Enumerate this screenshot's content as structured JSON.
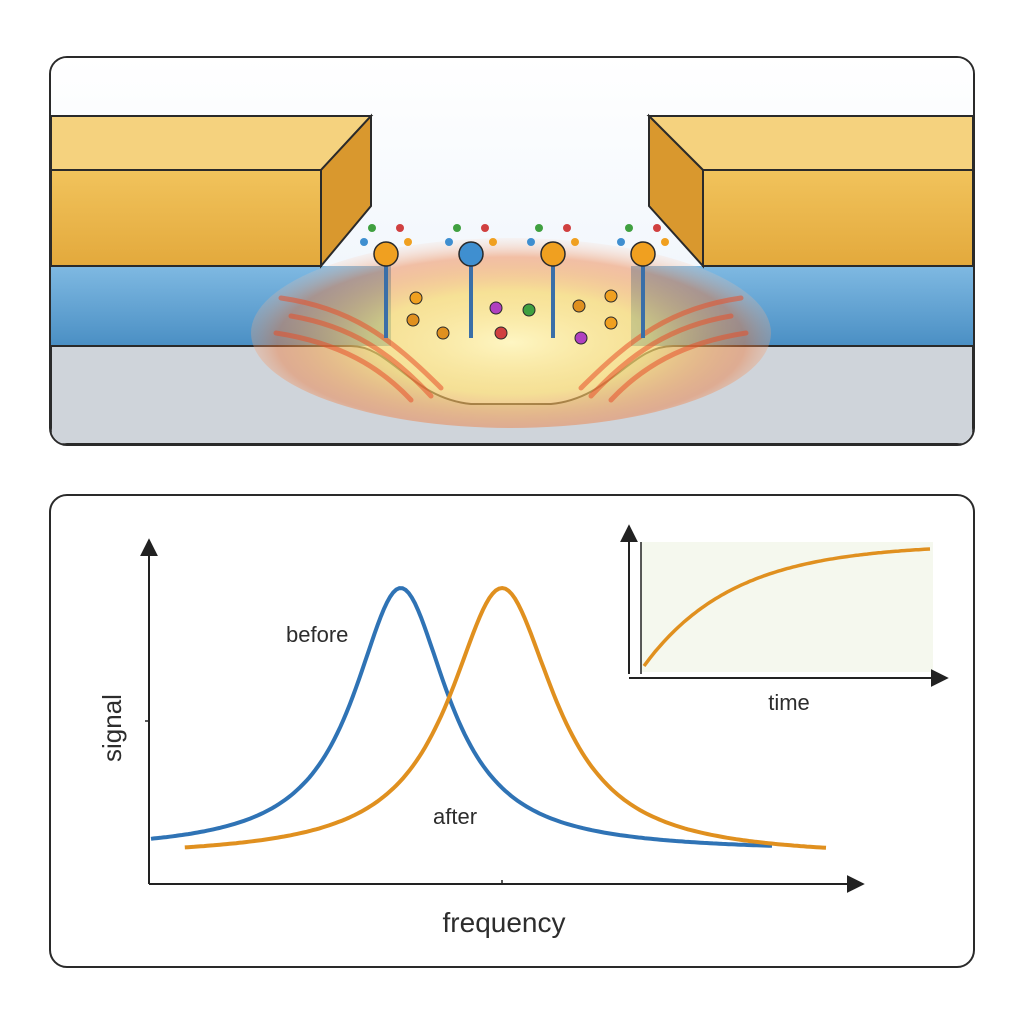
{
  "labels": {
    "before": "before",
    "after": "after",
    "signal": "signal",
    "frequency": "frequency",
    "time": "time"
  },
  "colors": {
    "before_curve": "#2f73b5",
    "after_curve": "#e0901f",
    "gold_block": "#e9b54a",
    "blue_layer": "#5aa0d2",
    "substrate": "#cfd4da"
  },
  "sensor": {
    "molecule_colors": [
      "#f0a020",
      "#3f8fd0",
      "#f0a020",
      "#f0a020"
    ],
    "small_molecule_colors": [
      "#f0a020",
      "#e0901f",
      "#b040c0",
      "#d04040",
      "#40a040",
      "#e0901f",
      "#f0a020"
    ]
  },
  "chart_data": {
    "type": "line",
    "xlabel": "frequency",
    "ylabel": "signal",
    "series": [
      {
        "name": "before",
        "x": [
          0,
          1,
          2,
          3,
          4,
          5,
          6,
          7,
          8,
          9,
          10
        ],
        "y": [
          0.05,
          0.07,
          0.12,
          0.22,
          0.48,
          1.0,
          0.48,
          0.22,
          0.12,
          0.07,
          0.05
        ],
        "peak_x": 3.7
      },
      {
        "name": "after",
        "x": [
          0,
          1,
          2,
          3,
          4,
          5,
          6,
          7,
          8,
          9,
          10
        ],
        "y": [
          0.02,
          0.03,
          0.05,
          0.09,
          0.18,
          0.4,
          1.0,
          0.4,
          0.18,
          0.09,
          0.05
        ],
        "peak_x": 5.2
      }
    ],
    "inset": {
      "type": "line",
      "xlabel": "time",
      "ylabel": "",
      "description_curve": "saturating rise"
    }
  }
}
